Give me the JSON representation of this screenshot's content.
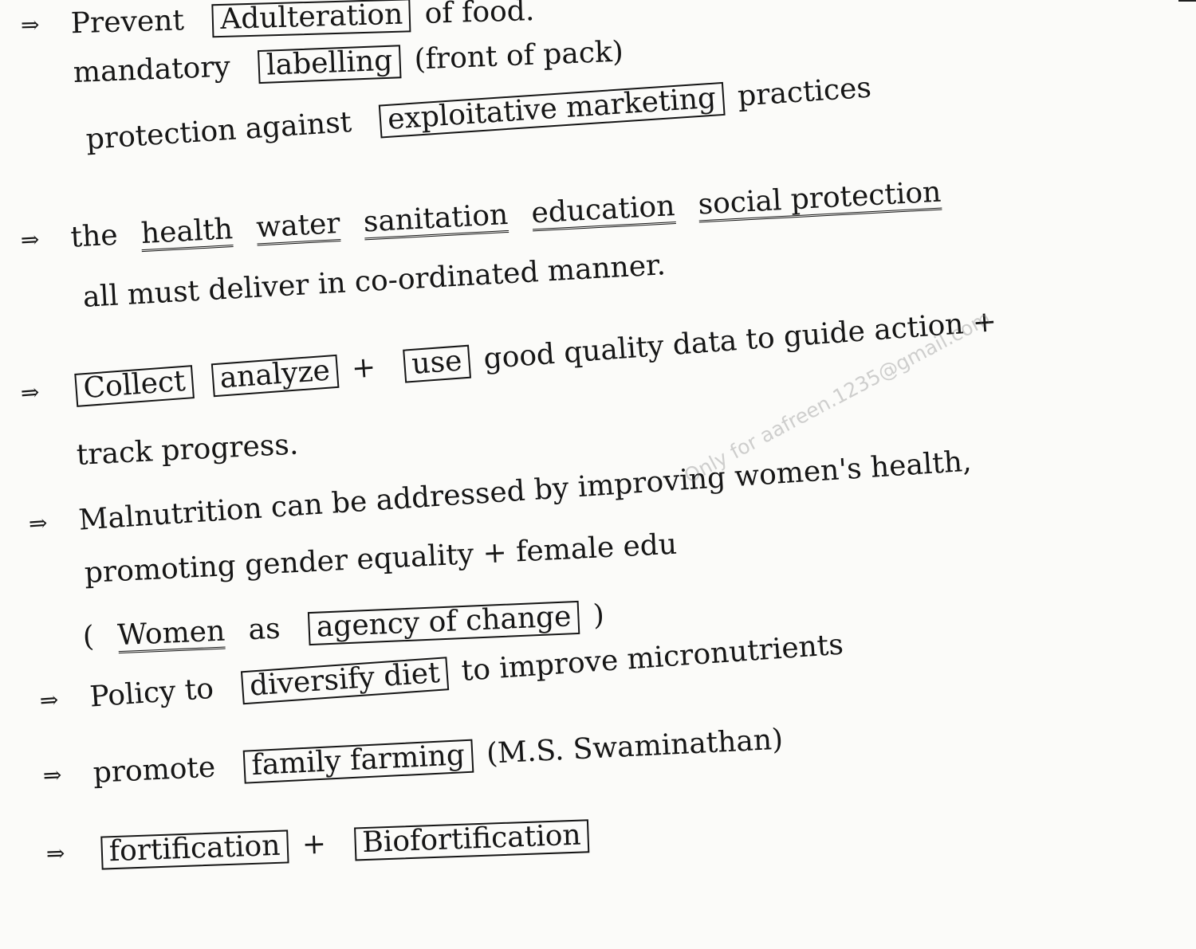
{
  "document": {
    "arrow_symbol": "⇒",
    "line1": {
      "pre": "Prevent",
      "box": "Adulteration",
      "post": "of food."
    },
    "line2": {
      "pre": "mandatory",
      "box": "labelling",
      "post": "(front of pack)"
    },
    "line3": {
      "pre": "protection against",
      "box": "exploitative marketing",
      "post": "practices"
    },
    "line4": {
      "pre": "the",
      "u1": "health",
      "u2": "water",
      "u3": "sanitation",
      "u4": "education",
      "u5": "social protection"
    },
    "line5": {
      "text": "all must deliver in co-ordinated manner."
    },
    "line6": {
      "box1": "Collect",
      "box2": "analyze",
      "and": "+",
      "box3": "use",
      "post": "good quality data to guide action +"
    },
    "line7": {
      "text": "track progress."
    },
    "line8": {
      "text": "Malnutrition can be addressed by improving women's health,"
    },
    "line9": {
      "text": "promoting gender equality + female edu"
    },
    "line10": {
      "open": "(",
      "u": "Women",
      "mid": "as",
      "box": "agency of change",
      "close": ")"
    },
    "line11": {
      "pre": "Policy to",
      "box": "diversify diet",
      "post": "to improve micronutrients"
    },
    "line12": {
      "pre": "promote",
      "box": "family farming",
      "post": "(M.S. Swaminathan)"
    },
    "line13": {
      "box1": "fortification",
      "and": "+",
      "box2": "Biofortification"
    },
    "watermark": "Only for aafreen.1235@gmail.com"
  }
}
